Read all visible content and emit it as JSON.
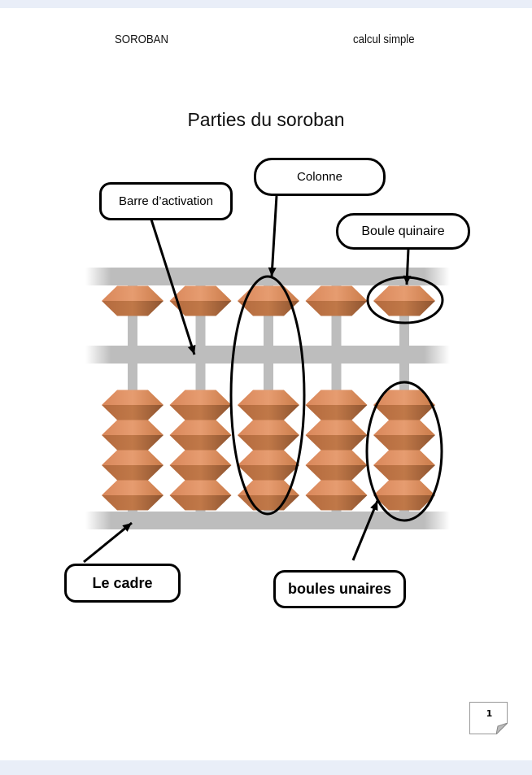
{
  "header": {
    "left": "SOROBAN",
    "right": "calcul simple"
  },
  "title": "Parties du soroban",
  "abacus": {
    "columns": 5,
    "upper_beads_per_column": 1,
    "lower_beads_per_column": 4,
    "colors": {
      "frame": "#bdbdbd",
      "bead_light": "#e0956a",
      "bead_dark": "#9a5a32",
      "outline": "#000000"
    }
  },
  "labels": {
    "barre_activation": "Barre d’activation",
    "colonne": "Colonne",
    "boule_quinaire": "Boule quinaire",
    "le_cadre": "Le cadre",
    "boules_unaires": "boules unaires"
  },
  "footer": {
    "page_number": "1"
  }
}
